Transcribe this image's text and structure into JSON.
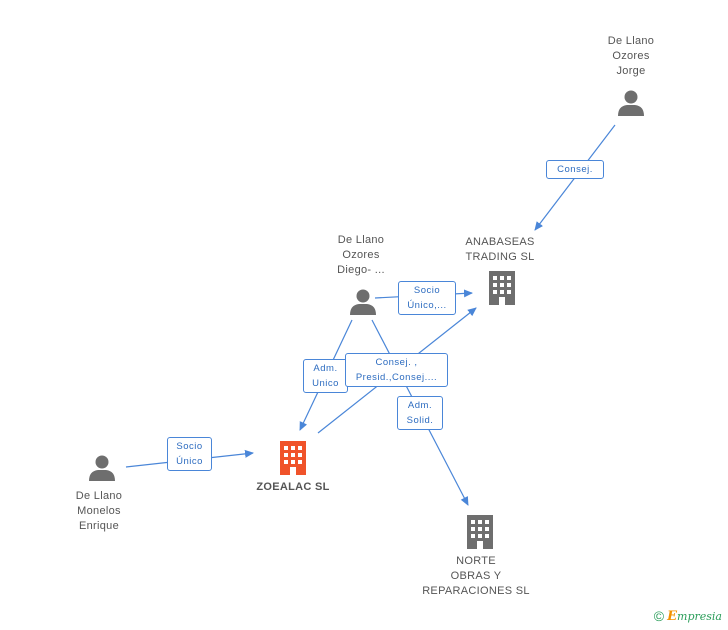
{
  "nodes": {
    "jorge": {
      "lines": [
        "De Llano",
        "Ozores",
        "Jorge"
      ],
      "type": "person"
    },
    "diego": {
      "lines": [
        "De Llano",
        "Ozores",
        "Diego- ..."
      ],
      "type": "person"
    },
    "enrique": {
      "lines": [
        "De Llano",
        "Monelos",
        "Enrique"
      ],
      "type": "person"
    },
    "anabaseas": {
      "lines": [
        "ANABASEAS",
        "TRADING SL"
      ],
      "type": "company"
    },
    "zoealac": {
      "lines": [
        "ZOEALAC SL"
      ],
      "type": "company-focus"
    },
    "norte": {
      "lines": [
        "NORTE",
        "OBRAS Y",
        "REPARACIONES SL"
      ],
      "type": "company"
    }
  },
  "edges": {
    "consej": {
      "lines": [
        "Consej."
      ]
    },
    "socio_unico_diego": {
      "lines": [
        "Socio",
        "Único,..."
      ]
    },
    "adm_unico": {
      "lines": [
        "Adm.",
        "Unico"
      ]
    },
    "consej_presid": {
      "lines": [
        "Consej. ,",
        "Presid.,Consej...."
      ]
    },
    "adm_solid": {
      "lines": [
        "Adm.",
        "Solid."
      ]
    },
    "socio_unico_enrique": {
      "lines": [
        "Socio",
        "Único"
      ]
    }
  },
  "colors": {
    "person": "#6e6e6e",
    "company": "#6e6e6e",
    "focus": "#f0532a",
    "edge": "#4a86d8"
  },
  "footer": {
    "copyright": "©",
    "brand_initial": "E",
    "brand_rest": "mpresia"
  }
}
